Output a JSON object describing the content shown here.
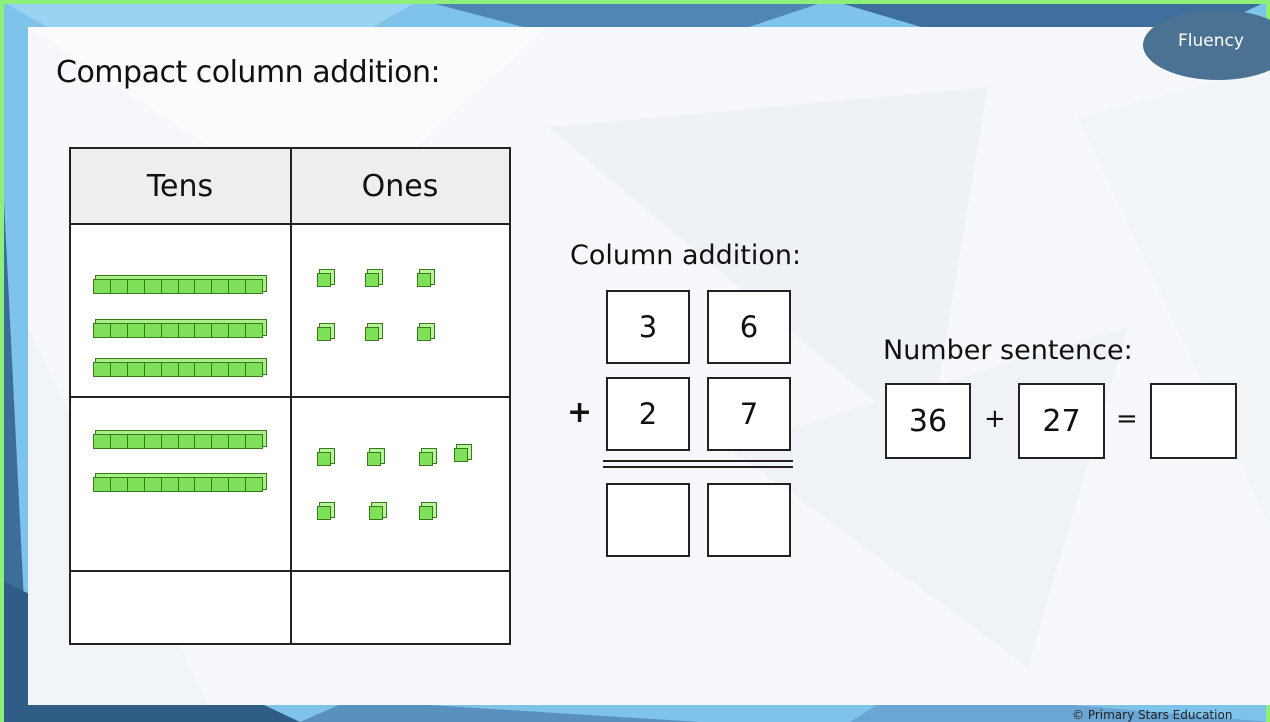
{
  "slide": {
    "title": "Compact column addition:",
    "tag": "Fluency",
    "copyright": "© Primary Stars Education"
  },
  "place_value_table": {
    "headers": [
      "Tens",
      "Ones"
    ],
    "rows": [
      {
        "tens_rods": 3,
        "ones_cubes": 6
      },
      {
        "tens_rods": 2,
        "ones_cubes": 7
      },
      {
        "tens_rods": 0,
        "ones_cubes": 0
      }
    ]
  },
  "column_addition": {
    "label": "Column addition:",
    "top": [
      "3",
      "6"
    ],
    "operator": "+",
    "bottom": [
      "2",
      "7"
    ],
    "answer": [
      "",
      ""
    ]
  },
  "number_sentence": {
    "label": "Number sentence:",
    "left": "36",
    "operator": "+",
    "right": "27",
    "equals": "=",
    "result": ""
  },
  "colors": {
    "accent_border": "#8ef07a",
    "tag_bg": "#4b7292",
    "block_fill": "#7fe05a"
  }
}
